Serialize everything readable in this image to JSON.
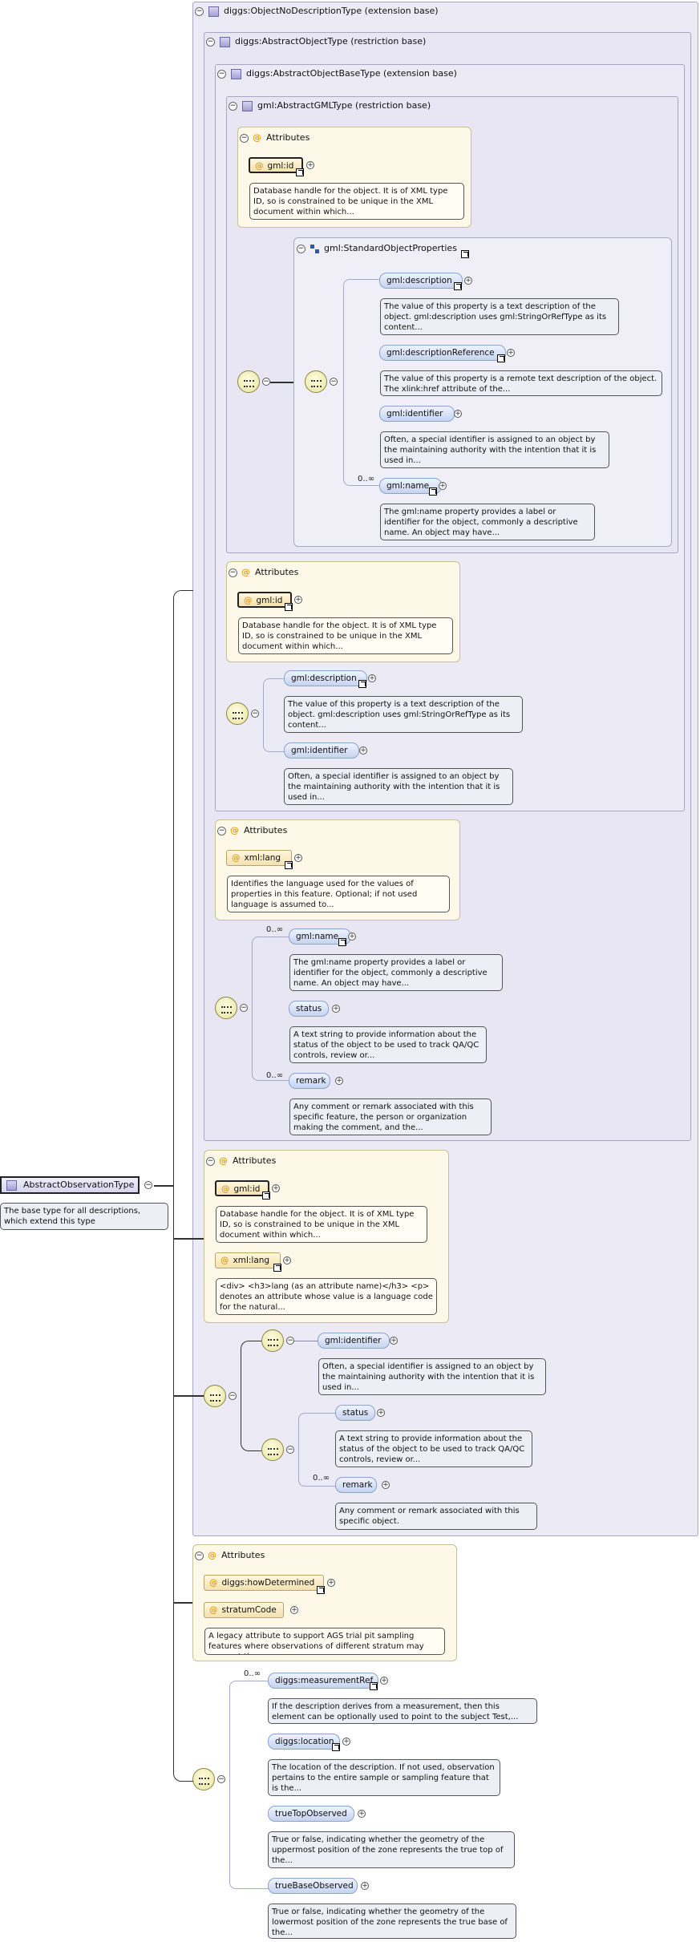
{
  "root": {
    "label": "AbstractObservationType",
    "annotation": "The base type for all descriptions, which extend this type"
  },
  "types": {
    "objectNoDescription": "diggs:ObjectNoDescriptionType (extension base)",
    "abstractObject": "diggs:AbstractObjectType (restriction base)",
    "abstractObjectBase": "diggs:AbstractObjectBaseType (extension base)",
    "abstractGML": "gml:AbstractGMLType (restriction base)",
    "standardObjectProperties": "gml:StandardObjectProperties"
  },
  "attributes_label": "Attributes",
  "gml_block": {
    "attr_id": "gml:id",
    "attr_id_ann": "Database handle for the object. It is of XML type ID, so is constrained to be unique in the XML document within which...",
    "description": "gml:description",
    "description_ann": "The value of this property is a text description of the object. gml:description uses gml:StringOrRefType as its content...",
    "descriptionReference": "gml:descriptionReference",
    "descriptionReference_ann": "The value of this property is a remote text description of the object. The xlink:href attribute of the...",
    "identifier": "gml:identifier",
    "identifier_ann": "Often, a special identifier is assigned to an object by the maintaining authority with the intention that it is used in...",
    "name_card": "0..∞",
    "name": "gml:name",
    "name_ann": "The gml:name property provides a label or identifier for the object, commonly a descriptive name. An object may have..."
  },
  "objbase_block": {
    "attr_id": "gml:id",
    "attr_id_ann": "Database handle for the object. It is of XML type ID, so is constrained to be unique in the XML document within which...",
    "description": "gml:description",
    "description_ann": "The value of this property is a text description of the object. gml:description uses gml:StringOrRefType as its content...",
    "identifier": "gml:identifier",
    "identifier_ann": "Often, a special identifier is assigned to an object by the maintaining authority with the intention that it is used in..."
  },
  "object_block": {
    "attr_lang": "xml:lang",
    "attr_lang_ann": "Identifies the language used for the values of properties in this feature. Optional; if not used language is assumed to...",
    "name_card": "0..∞",
    "name": "gml:name",
    "name_ann": "The gml:name property provides a label or identifier for the object, commonly a descriptive name. An object may have...",
    "status": "status",
    "status_ann": "A text string to provide information about the status of the object to be used to track QA/QC controls, review or...",
    "remark_card": "0..∞",
    "remark": "remark",
    "remark_ann": "Any comment or remark associated with this specific feature, the person or organization making the comment, and the..."
  },
  "nodesc_block": {
    "attr_id": "gml:id",
    "attr_id_ann": "Database handle for the object. It is of XML type ID, so is constrained to be unique in the XML document within which...",
    "attr_lang": "xml:lang",
    "attr_lang_ann": "<div> <h3>lang (as an attribute name)</h3> <p> denotes an attribute whose value is a language code for the natural...",
    "identifier": "gml:identifier",
    "identifier_ann": "Often, a special identifier is assigned to an object by the maintaining authority with the intention that it is used in...",
    "status": "status",
    "status_ann": "A text string to provide information about the status of the object to be used to track QA/QC controls, review or...",
    "remark_card": "0..∞",
    "remark": "remark",
    "remark_ann": "Any comment or remark associated with this specific object."
  },
  "observation_block": {
    "attr_howDetermined": "diggs:howDetermined",
    "attr_stratumCode": "stratumCode",
    "attr_stratumCode_ann": "A legacy attribute to support AGS trial pit sampling features where observations of different stratum may occur at the...",
    "measurementRef_card": "0..∞",
    "measurementRef": "diggs:measurementRef",
    "measurementRef_ann": "If the description derives from a measurement, then this element can be optionally used to point to the subject Test,...",
    "location": "diggs:location",
    "location_ann": "The location of the description. If not used, observation pertains to the entire sample or sampling feature that is the...",
    "trueTopObserved": "trueTopObserved",
    "trueTopObserved_ann": "True or false, indicating whether the geometry of the uppermost position of the zone represents the true top of the...",
    "trueBaseObserved": "trueBaseObserved",
    "trueBaseObserved_ann": "True or false, indicating whether the geometry of the lowermost position of the zone represents the true base of the..."
  }
}
